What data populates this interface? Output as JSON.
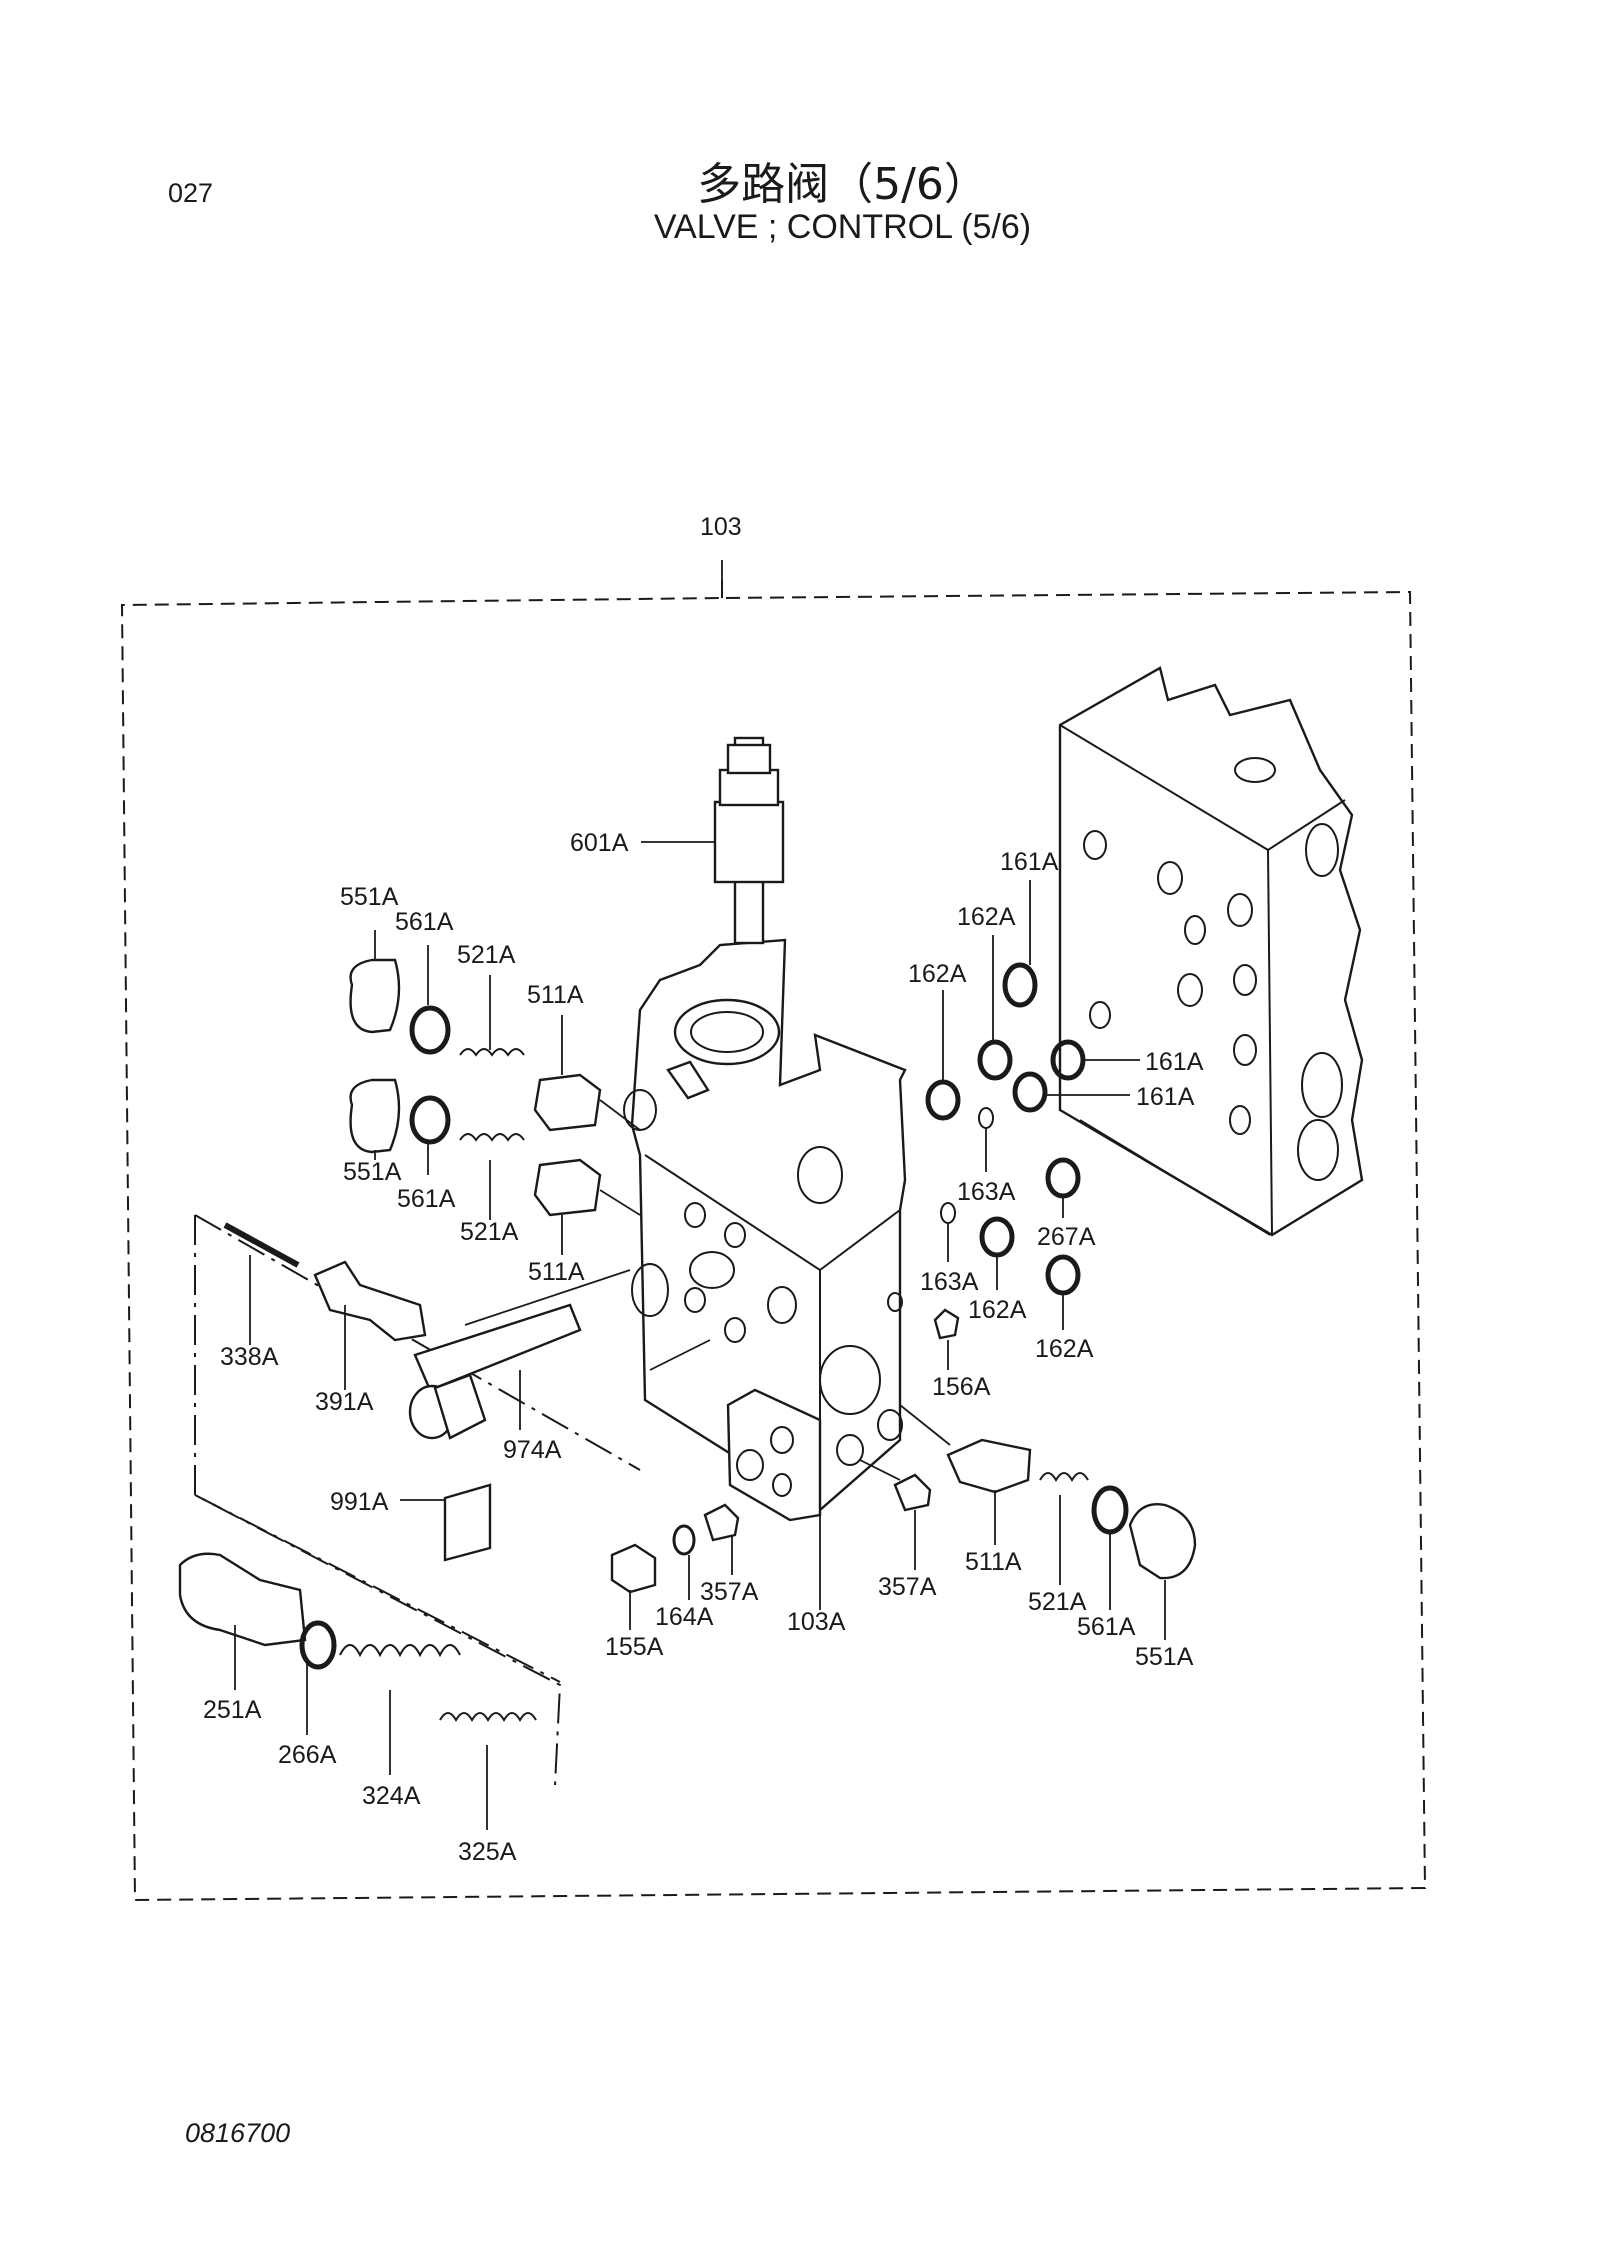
{
  "page": {
    "number": "027",
    "doc_id": "0816700"
  },
  "title": {
    "cn": "多路阀（5/6）",
    "en": "VALVE ; CONTROL (5/6)"
  },
  "assembly_label": "103",
  "labels": {
    "l601A": "601A",
    "l551A_1": "551A",
    "l561A_1": "561A",
    "l521A_1": "521A",
    "l511A_1": "511A",
    "l551A_2": "551A",
    "l561A_2": "561A",
    "l521A_2": "521A",
    "l511A_2": "511A",
    "l338A": "338A",
    "l391A": "391A",
    "l974A": "974A",
    "l991A": "991A",
    "l251A": "251A",
    "l266A": "266A",
    "l324A": "324A",
    "l325A": "325A",
    "l155A": "155A",
    "l164A": "164A",
    "l357A_1": "357A",
    "l103A": "103A",
    "l357A_2": "357A",
    "l511A_3": "511A",
    "l521A_3": "521A",
    "l561A_3": "561A",
    "l551A_3": "551A",
    "l156A": "156A",
    "l161A_1": "161A",
    "l162A_1": "162A",
    "l162A_2": "162A",
    "l161A_2": "161A",
    "l161A_3": "161A",
    "l163A_1": "163A",
    "l163A_2": "163A",
    "l267A": "267A",
    "l162A_3": "162A",
    "l162A_4": "162A"
  }
}
